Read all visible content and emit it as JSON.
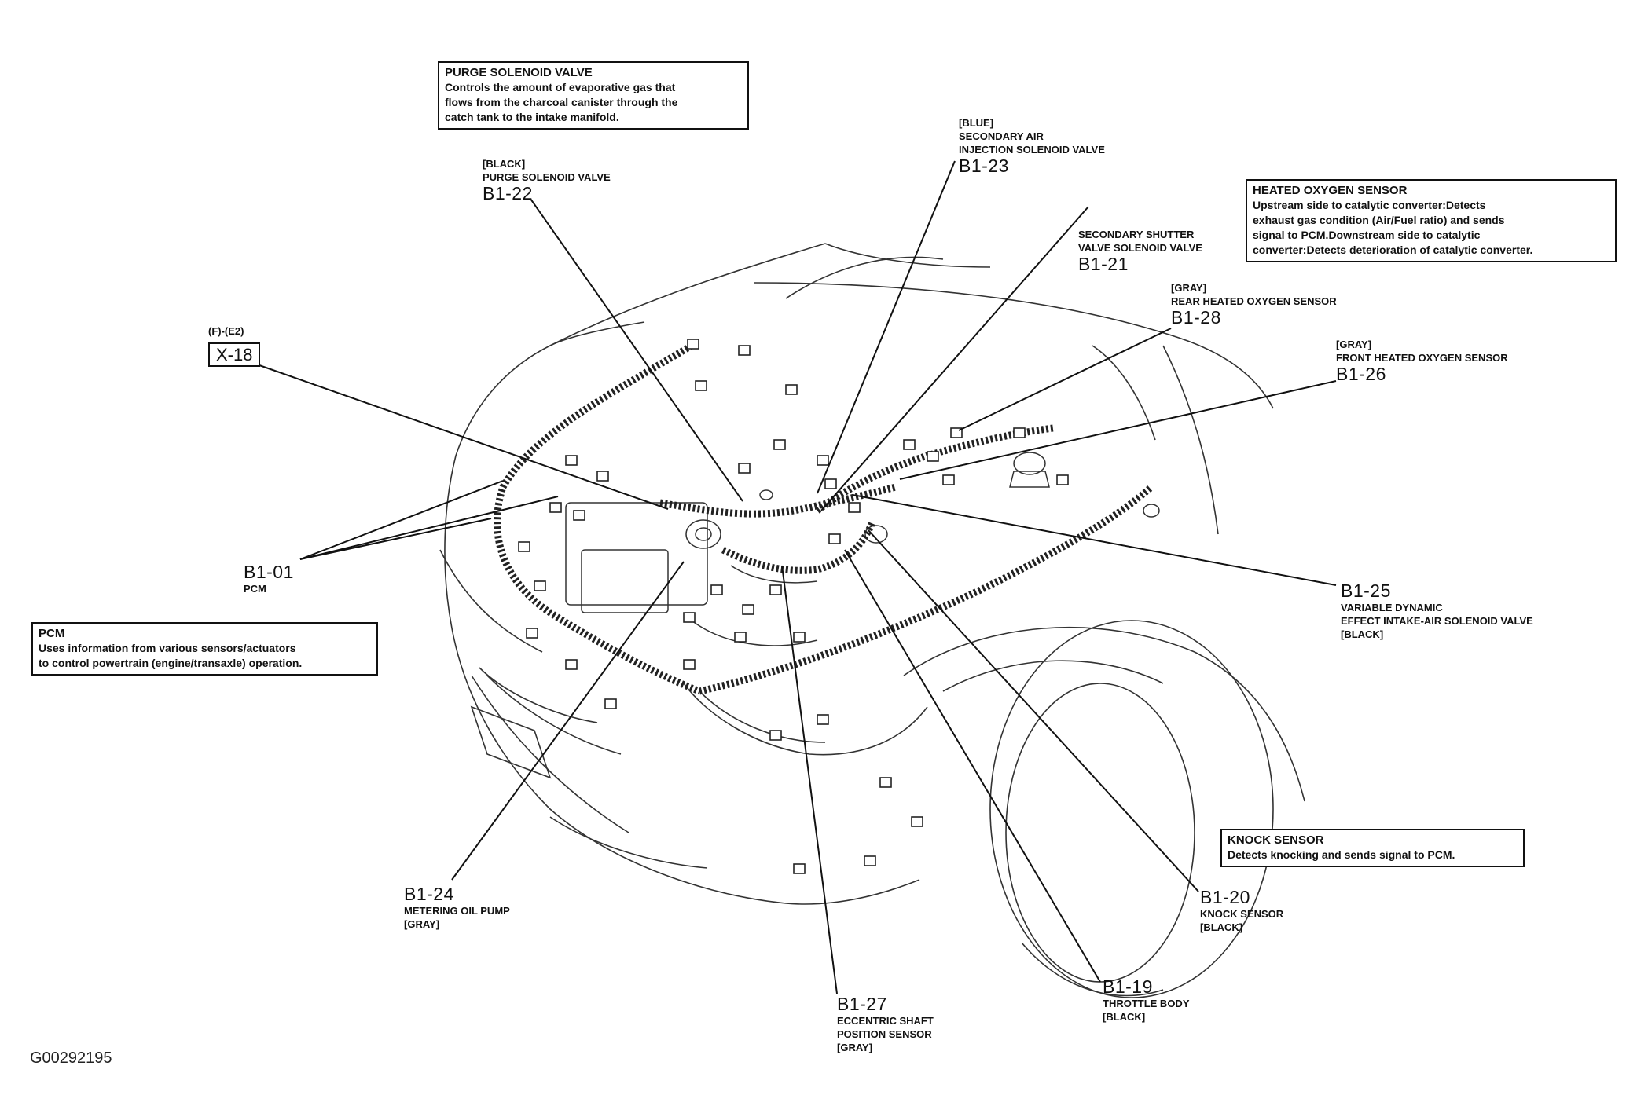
{
  "figure_id": "G00292195",
  "callout_boxes": {
    "purge": {
      "title": "PURGE SOLENOID VALVE",
      "lines": [
        "Controls the amount of evaporative gas that",
        "flows from the charcoal canister through the",
        "catch tank to the intake manifold."
      ]
    },
    "heated_oxygen": {
      "title": "HEATED OXYGEN SENSOR",
      "lines": [
        "Upstream side to catalytic converter:Detects",
        "exhaust gas condition (Air/Fuel ratio) and sends",
        "signal to PCM.Downstream side to catalytic",
        "converter:Detects deterioration of catalytic converter."
      ]
    },
    "pcm": {
      "title": "PCM",
      "lines": [
        "Uses information from various sensors/actuators",
        "to control powertrain (engine/transaxle) operation."
      ]
    },
    "knock": {
      "title": "KNOCK SENSOR",
      "lines": [
        "Detects knocking and sends signal to PCM."
      ]
    }
  },
  "x18": {
    "ref": "(F)-(E2)",
    "code": "X-18"
  },
  "connectors": {
    "b1_22": {
      "pre": [
        "[BLACK]",
        "PURGE SOLENOID VALVE"
      ],
      "code": "B1-22"
    },
    "b1_23": {
      "pre": [
        "[BLUE]",
        "SECONDARY AIR",
        "INJECTION SOLENOID VALVE"
      ],
      "code": "B1-23"
    },
    "b1_21": {
      "pre": [
        "SECONDARY SHUTTER",
        "VALVE SOLENOID VALVE"
      ],
      "code": "B1-21"
    },
    "b1_28": {
      "pre": [
        "[GRAY]",
        "REAR HEATED OXYGEN SENSOR"
      ],
      "code": "B1-28"
    },
    "b1_26": {
      "pre": [
        "[GRAY]",
        "FRONT HEATED OXYGEN SENSOR"
      ],
      "code": "B1-26"
    },
    "b1_01": {
      "code": "B1-01",
      "post": [
        "PCM"
      ]
    },
    "b1_25": {
      "code": "B1-25",
      "post": [
        "VARIABLE DYNAMIC",
        "EFFECT INTAKE-AIR SOLENOID VALVE",
        "[BLACK]"
      ]
    },
    "b1_24": {
      "code": "B1-24",
      "post": [
        "METERING OIL PUMP",
        "[GRAY]"
      ]
    },
    "b1_27": {
      "code": "B1-27",
      "post": [
        "ECCENTRIC SHAFT",
        "POSITION SENSOR",
        "[GRAY]"
      ]
    },
    "b1_19": {
      "code": "B1-19",
      "post": [
        "THROTTLE BODY",
        "[BLACK]"
      ]
    },
    "b1_20": {
      "code": "B1-20",
      "post": [
        "KNOCK SENSOR",
        "[BLACK]"
      ]
    }
  }
}
